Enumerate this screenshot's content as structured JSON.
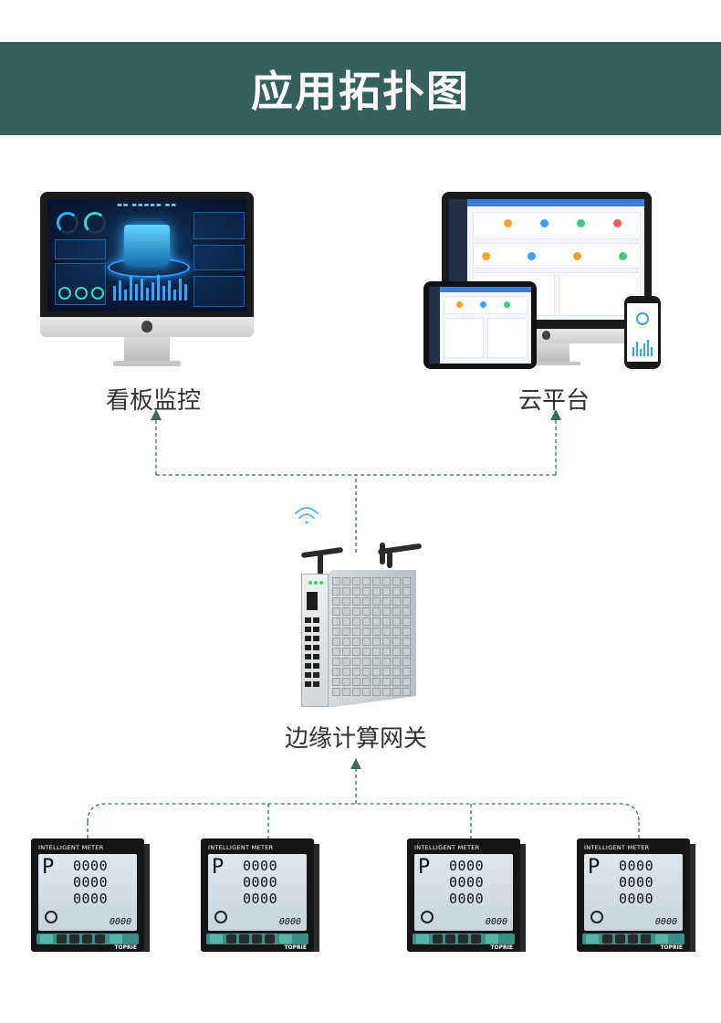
{
  "title": "应用拓扑图",
  "nodes": {
    "dashboard": {
      "label": "看板监控"
    },
    "cloud": {
      "label": "云平台"
    },
    "gateway": {
      "label": "边缘计算网关"
    }
  },
  "meters": [
    {
      "title": "INTELLIGENT  METER",
      "lcd_symbol": "P",
      "rows": [
        "0000",
        "0000",
        "0000"
      ],
      "small": "0000",
      "brand": "TOPRIE"
    },
    {
      "title": "INTELLIGENT  METER",
      "lcd_symbol": "P",
      "rows": [
        "0000",
        "0000",
        "0000"
      ],
      "small": "0000",
      "brand": "TOPRIE"
    },
    {
      "title": "INTELLIGENT  METER",
      "lcd_symbol": "P",
      "rows": [
        "0000",
        "0000",
        "0000"
      ],
      "small": "0000",
      "brand": "TOPRIE"
    },
    {
      "title": "INTELLIGENT  METER",
      "lcd_symbol": "P",
      "rows": [
        "0000",
        "0000",
        "0000"
      ],
      "small": "0000",
      "brand": "TOPRIE"
    }
  ],
  "colors": {
    "banner": "#36605c",
    "connector": "#3c6b66",
    "label_text": "#333333"
  },
  "icons": [
    "wifi-signal-icon",
    "apple-logo-icon",
    "arrow-up-icon"
  ]
}
